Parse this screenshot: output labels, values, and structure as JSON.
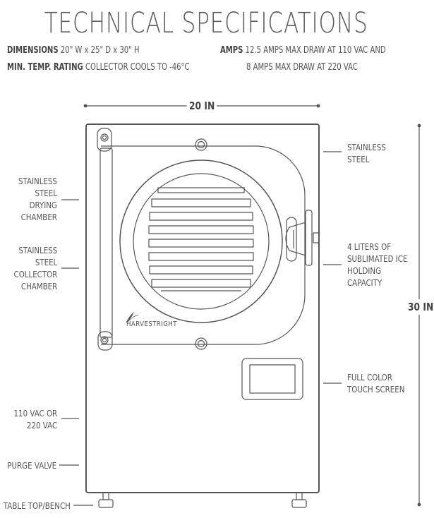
{
  "title": "TECHNICAL SPECIFICATIONS",
  "specs": {
    "dimensions_label": "DIMENSIONS",
    "dimensions_value": "20\" W x 25\" D x 30\" H",
    "min_temp_label": "MIN. TEMP. RATING",
    "min_temp_value": "COLLECTOR COOLS TO -46°C",
    "amps_label": "AMPS",
    "amps_line1": "12.5 AMPS MAX DRAW AT 110 VAC AND",
    "amps_line2": "8 AMPS MAX DRAW AT 220 VAC"
  },
  "dimensions": {
    "width": "20 IN",
    "height": "30 IN"
  },
  "brand": "HARVESTRIGHT",
  "callouts_left": {
    "drying_chamber": [
      "STAINLESS",
      "STEEL",
      "DRYING",
      "CHAMBER"
    ],
    "collector_chamber": [
      "STAINLESS",
      "STEEL",
      "COLLECTOR",
      "CHAMBER"
    ],
    "power": [
      "110 VAC OR",
      "220 VAC"
    ],
    "purge_valve": "PURGE VALVE",
    "table_top": "TABLE TOP/BENCH"
  },
  "callouts_right": {
    "stainless": [
      "STAINLESS",
      "STEEL"
    ],
    "capacity": [
      "4 LITERS OF",
      "SUBLIMATED ICE",
      "HOLDING",
      "CAPACITY"
    ],
    "touch_screen": [
      "FULL COLOR",
      "TOUCH SCREEN"
    ]
  }
}
